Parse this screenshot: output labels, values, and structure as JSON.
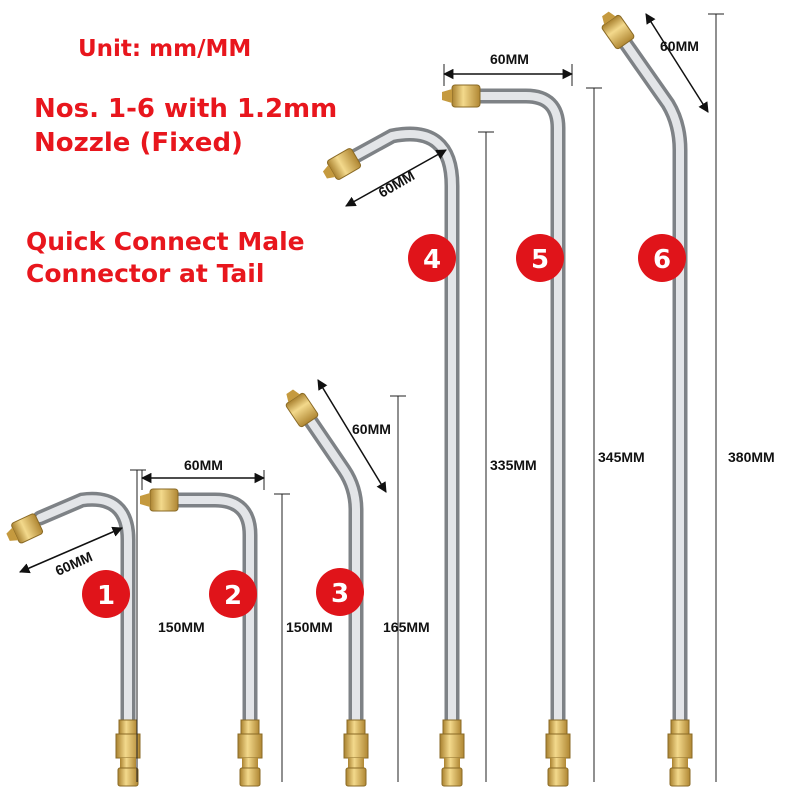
{
  "headline": {
    "unit": "Unit: mm/MM",
    "nozzle_line1": "Nos. 1-6 with 1.2mm",
    "nozzle_line2": "Nozzle (Fixed)",
    "connector_line1": "Quick Connect Male",
    "connector_line2": "Connector at Tail"
  },
  "colors": {
    "headline_red": "#e8161d",
    "badge_red": "#e0141a",
    "steel": "#b9bcc0",
    "brass": "#d4a94a"
  },
  "wands": [
    {
      "number": "1",
      "bend_label": "60MM",
      "length_label": "150MM",
      "shape": "hook"
    },
    {
      "number": "2",
      "bend_label": "60MM",
      "length_label": "150MM",
      "shape": "right-angle"
    },
    {
      "number": "3",
      "bend_label": "60MM",
      "length_label": "165MM",
      "shape": "angled"
    },
    {
      "number": "4",
      "bend_label": "60MM",
      "length_label": "335MM",
      "shape": "hook"
    },
    {
      "number": "5",
      "bend_label": "60MM",
      "length_label": "345MM",
      "shape": "right-angle"
    },
    {
      "number": "6",
      "bend_label": "60MM",
      "length_label": "380MM",
      "shape": "angled"
    }
  ]
}
